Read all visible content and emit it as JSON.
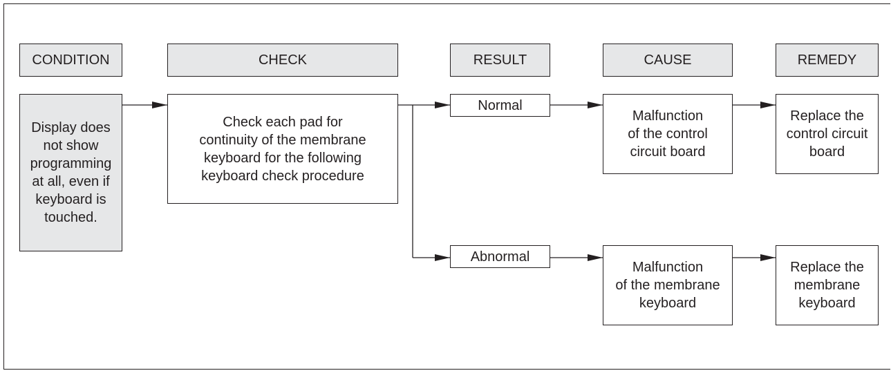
{
  "headers": {
    "condition": "CONDITION",
    "check": "CHECK",
    "result": "RESULT",
    "cause": "CAUSE",
    "remedy": "REMEDY"
  },
  "condition_text": "Display does\nnot show\nprogramming\nat all, even if\nkeyboard is\ntouched.",
  "check_text": "Check each pad for\ncontinuity of the membrane\nkeyboard for the following\nkeyboard check procedure",
  "results": {
    "normal": "Normal",
    "abnormal": "Abnormal"
  },
  "causes": {
    "normal": "Malfunction\nof the control\ncircuit board",
    "abnormal": "Malfunction\nof the membrane\nkeyboard"
  },
  "remedies": {
    "normal": "Replace the\ncontrol circuit\nboard",
    "abnormal": "Replace the\nmembrane\nkeyboard"
  },
  "colors": {
    "header_fill": "#e6e7e8",
    "line": "#231f20"
  }
}
